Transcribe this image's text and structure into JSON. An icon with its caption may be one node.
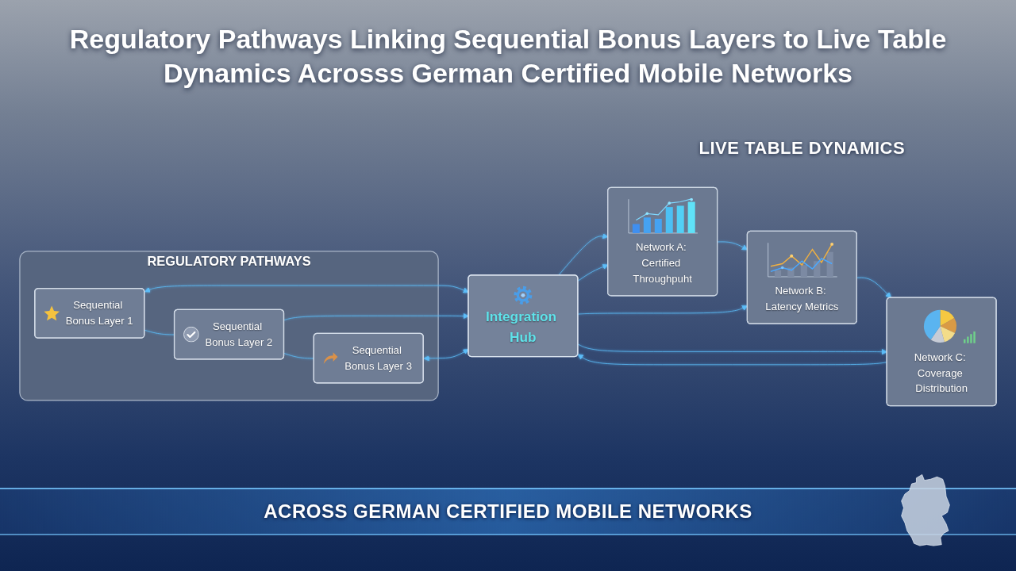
{
  "diagram": {
    "title": "Regulatory Pathways Linking Sequential Bonus Layers to Live Table Dynamics Acrosss German Certified Mobile Networks",
    "caption": "ACROSS GERMAN CERTIFIED MOBILE NETWORKS",
    "nodes": [
      {
        "text": [
          "REGULATORY PATHWAYS"
        ]
      },
      {
        "text": [
          "Sequential Bonus Layer 1"
        ],
        "in": 0
      },
      {
        "text": [
          "Sequential Bonus Layer 2"
        ],
        "in": 0
      },
      {
        "text": [
          "Sequential Bonus Layer 3"
        ],
        "in": 0
      },
      {
        "text": [
          "Integration Hub"
        ]
      },
      {
        "text": [
          "Network A: Certified Throughpuht"
        ]
      },
      {
        "text": [
          "Network B: Latency Metrics"
        ]
      },
      {
        "text": [
          "Network C: Coverage Distribution"
        ]
      }
    ],
    "edges": [
      {
        "from": 1,
        "to": 2,
        "arrow": "none"
      },
      {
        "from": 2,
        "to": 3,
        "arrow": "none"
      },
      {
        "from": 1,
        "to": 4,
        "arrow": "both"
      },
      {
        "from": 2,
        "to": 4,
        "arrow": "to"
      },
      {
        "from": 3,
        "to": 4,
        "arrow": "both"
      },
      {
        "from": 4,
        "to": 5,
        "arrow": "to"
      },
      {
        "from": 5,
        "to": 6,
        "arrow": "to"
      },
      {
        "from": 6,
        "to": 7,
        "arrow": "to"
      },
      {
        "from": 4,
        "to": 5,
        "arrow": "to"
      },
      {
        "from": 4,
        "to": 6,
        "arrow": "to"
      },
      {
        "from": 4,
        "to": 7,
        "arrow": "to"
      },
      {
        "from": 7,
        "to": 4,
        "arrow": "to"
      }
    ],
    "labels": [
      "LIVE TABLE DYNAMICS"
    ]
  }
}
